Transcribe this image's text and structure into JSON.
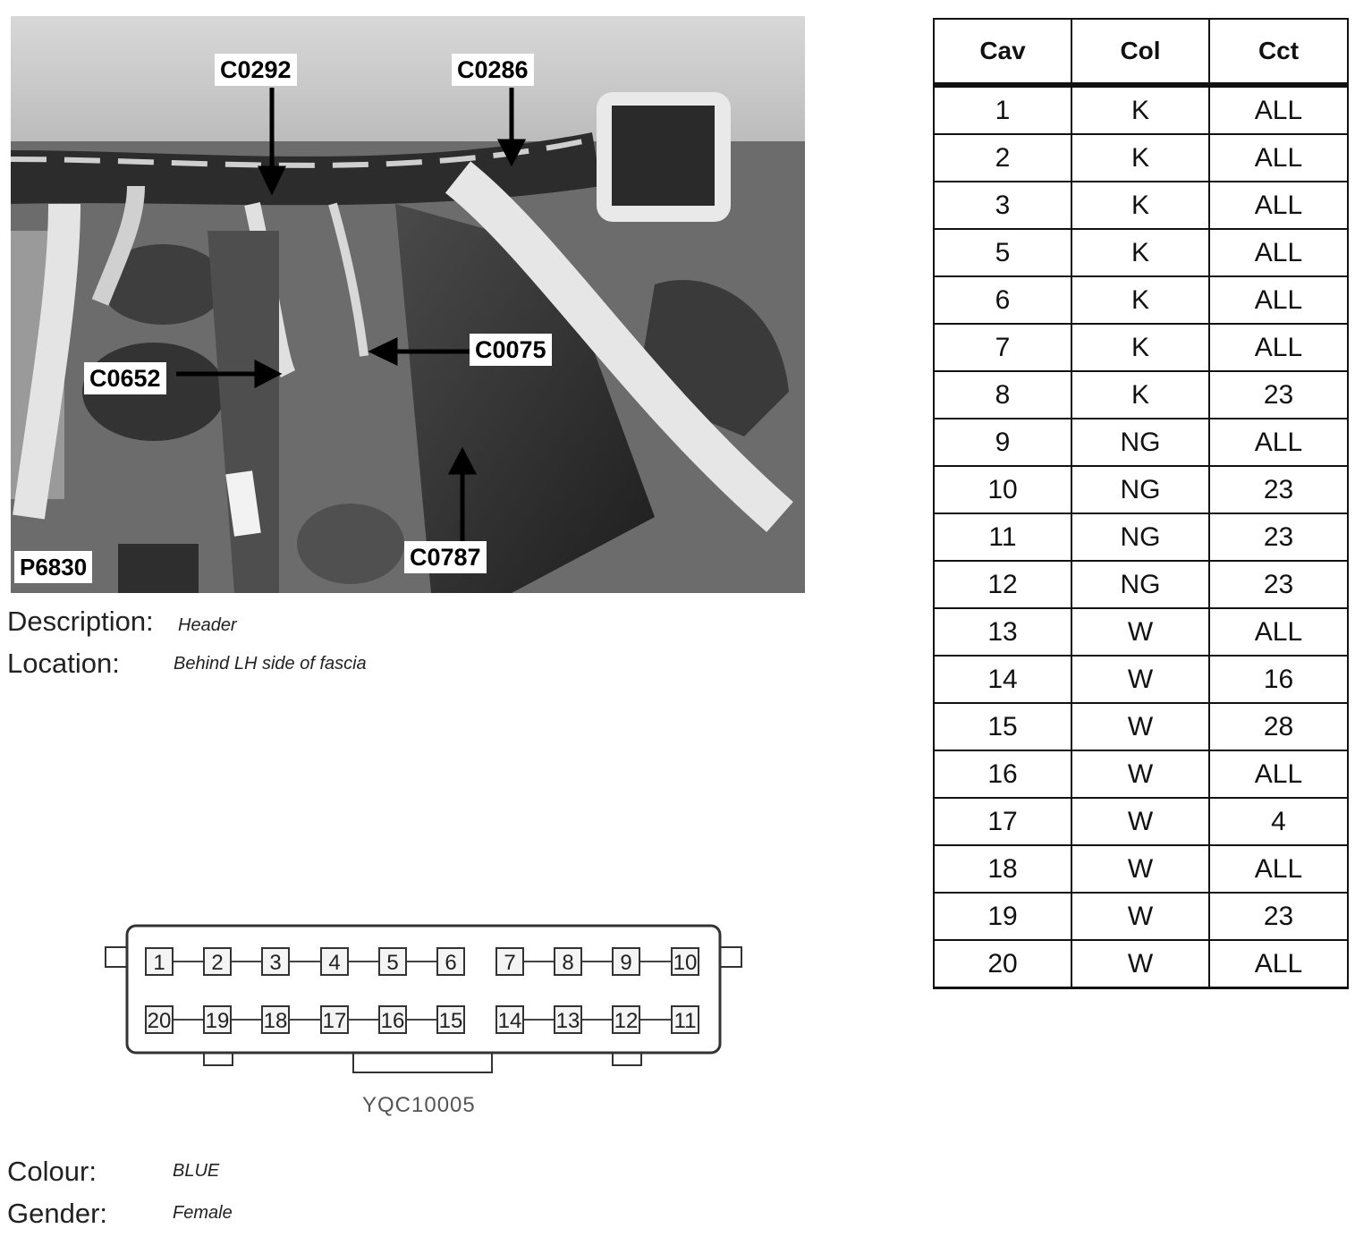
{
  "photo": {
    "image_ref": "P6830",
    "callouts": [
      {
        "id": "c0292",
        "label": "C0292"
      },
      {
        "id": "c0286",
        "label": "C0286"
      },
      {
        "id": "c0075",
        "label": "C0075"
      },
      {
        "id": "c0652",
        "label": "C0652"
      },
      {
        "id": "c0787",
        "label": "C0787"
      }
    ]
  },
  "info": {
    "description_label": "Description:",
    "description_value": "Header",
    "location_label": "Location:",
    "location_value": "Behind LH side of fascia",
    "colour_label": "Colour:",
    "colour_value": "BLUE",
    "gender_label": "Gender:",
    "gender_value": "Female"
  },
  "table": {
    "headers": [
      "Cav",
      "Col",
      "Cct"
    ],
    "rows": [
      [
        "1",
        "K",
        "ALL"
      ],
      [
        "2",
        "K",
        "ALL"
      ],
      [
        "3",
        "K",
        "ALL"
      ],
      [
        "5",
        "K",
        "ALL"
      ],
      [
        "6",
        "K",
        "ALL"
      ],
      [
        "7",
        "K",
        "ALL"
      ],
      [
        "8",
        "K",
        "23"
      ],
      [
        "9",
        "NG",
        "ALL"
      ],
      [
        "10",
        "NG",
        "23"
      ],
      [
        "11",
        "NG",
        "23"
      ],
      [
        "12",
        "NG",
        "23"
      ],
      [
        "13",
        "W",
        "ALL"
      ],
      [
        "14",
        "W",
        "16"
      ],
      [
        "15",
        "W",
        "28"
      ],
      [
        "16",
        "W",
        "ALL"
      ],
      [
        "17",
        "W",
        "4"
      ],
      [
        "18",
        "W",
        "ALL"
      ],
      [
        "19",
        "W",
        "23"
      ],
      [
        "20",
        "W",
        "ALL"
      ]
    ]
  },
  "connector": {
    "part_number": "YQC10005",
    "top_row": [
      "1",
      "2",
      "3",
      "4",
      "5",
      "6",
      "7",
      "8",
      "9",
      "10"
    ],
    "bottom_row": [
      "20",
      "19",
      "18",
      "17",
      "16",
      "15",
      "14",
      "13",
      "12",
      "11"
    ]
  }
}
